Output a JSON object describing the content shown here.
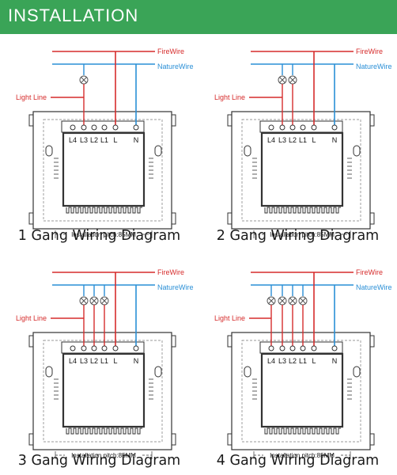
{
  "header": {
    "title": "INSTALLATION",
    "bg_color": "#3aa457"
  },
  "colors": {
    "fire": "#d62c2c",
    "nature": "#2a8fd6",
    "outline": "#333333"
  },
  "labels": {
    "fire_wire": "FireWire",
    "nature_wire": "NatureWire",
    "light_line": "Light Line",
    "pitch": "Installation pitch:85MM"
  },
  "terminals": [
    "L4",
    "L3",
    "L2",
    "L1",
    "L",
    "N"
  ],
  "diagrams": [
    {
      "gangs": 1,
      "caption": "1 Gang Wiring Diagram"
    },
    {
      "gangs": 2,
      "caption": "2 Gang Wiring Diagram"
    },
    {
      "gangs": 3,
      "caption": "3 Gang Wiring Diagram"
    },
    {
      "gangs": 4,
      "caption": "4 Gang Wiring Diagram"
    }
  ]
}
